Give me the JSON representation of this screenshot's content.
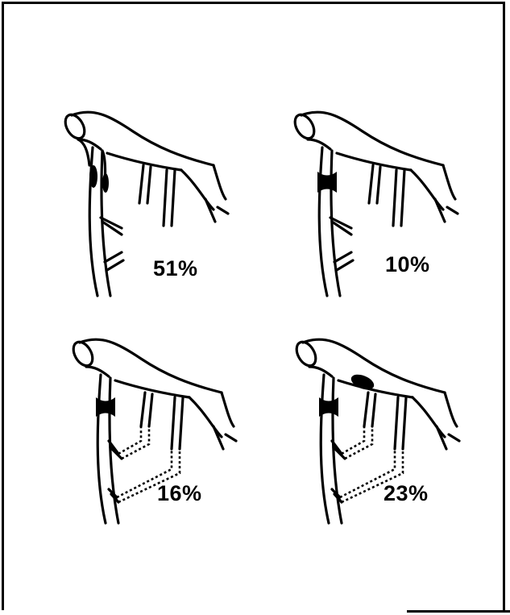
{
  "panels": [
    {
      "percent": "51%"
    },
    {
      "percent": "10%"
    },
    {
      "percent": "16%"
    },
    {
      "percent": "23%"
    }
  ]
}
